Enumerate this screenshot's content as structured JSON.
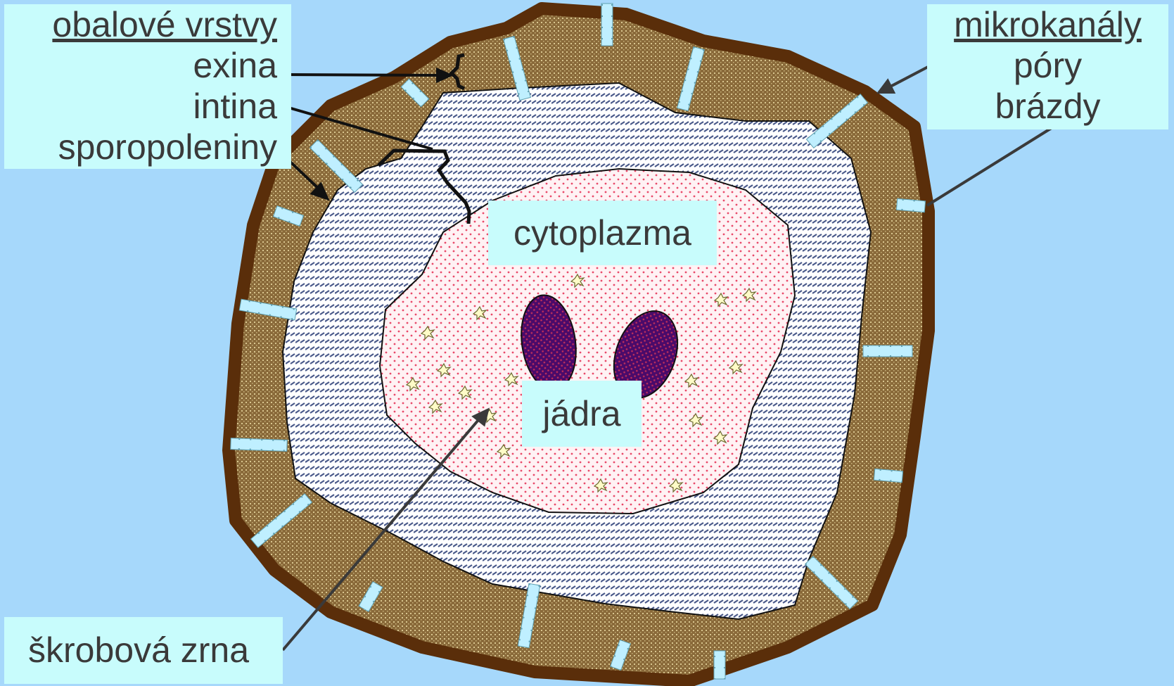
{
  "labels": {
    "coat_layers_heading": "obalové vrstvy",
    "exine": "exina",
    "intine": "intina",
    "sporopollenins": "sporopoleniny",
    "microchannels_heading": "mikrokanály",
    "pores": "póry",
    "furrows": "brázdy",
    "cytoplasm": "cytoplazma",
    "nuclei": "jádra",
    "starch_grains": "škrobová zrna"
  },
  "colors": {
    "background": "#a6d8fb",
    "label_box": "#c8fcfc",
    "label_text": "#3a3a3a",
    "exine_outline": "#5a2e0a",
    "exine_fill": "#8a6a3a",
    "intine_fill": "#ffffff",
    "intine_stripes": "#4a5a8a",
    "cytoplasm_fill": "#fff2f4",
    "cytoplasm_dots": "#e84a6a",
    "nucleus_fill": "#4a0a6a",
    "pore_fill": "#bfefff",
    "starch_fill": "#fffcc8",
    "pointer": "#111111"
  }
}
